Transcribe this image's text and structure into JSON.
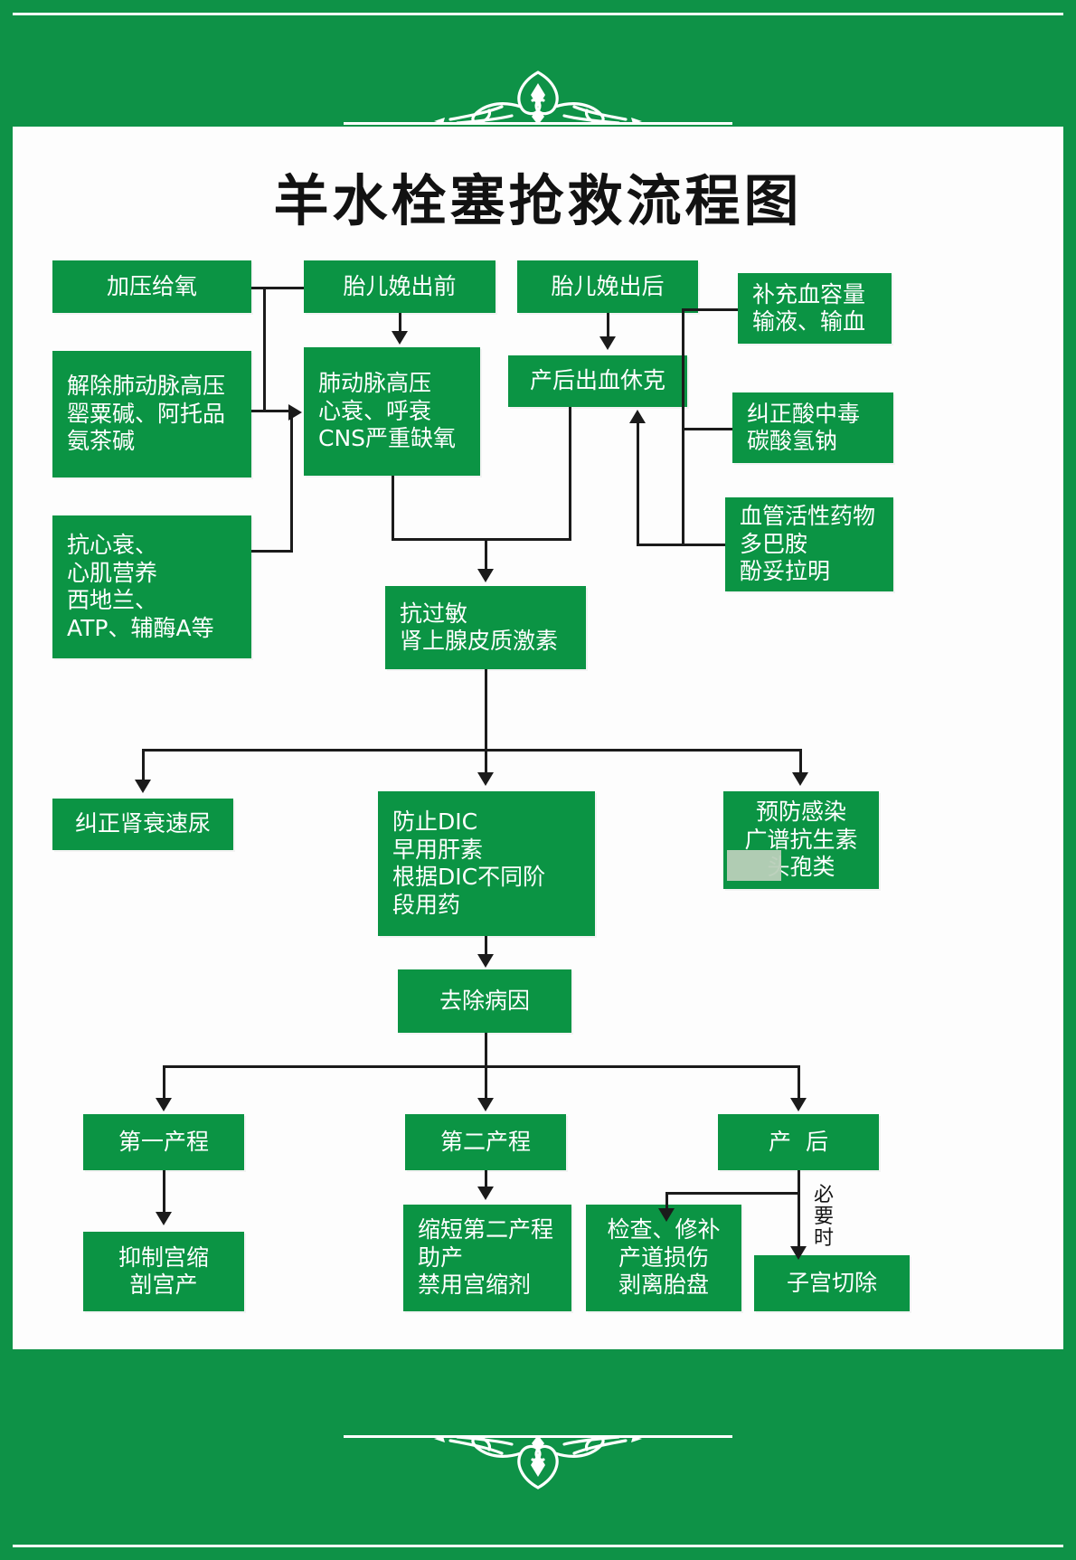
{
  "poster": {
    "title": "羊水栓塞抢救流程图",
    "theme_color": "#0b9444",
    "frame_color": "#0e9247",
    "box_text_color": "#ffffff",
    "connector_color": "#1b1b1b",
    "ornament_name": "floral-flourish-ornament"
  },
  "nodes": {
    "pressure_oxygen": {
      "label": "加压给氧",
      "lines": [
        "加压给氧"
      ]
    },
    "before_delivery": {
      "label": "胎儿娩出前",
      "lines": [
        "胎儿娩出前"
      ]
    },
    "after_delivery": {
      "label": "胎儿娩出后",
      "lines": [
        "胎儿娩出后"
      ]
    },
    "blood_volume": {
      "label": "补充血容量 输液、输血",
      "lines": [
        "补充血容量",
        "输液、输血"
      ]
    },
    "relieve_pah": {
      "label": "解除肺动脉高压 罂粟碱、阿托品 氨茶碱",
      "lines": [
        "解除肺动脉高压",
        "罂粟碱、阿托品",
        "氨茶碱"
      ]
    },
    "pah_state": {
      "label": "肺动脉高压 心衰、呼衰 CNS严重缺氧",
      "lines": [
        "肺动脉高压",
        "心衰、呼衰",
        "CNS严重缺氧"
      ]
    },
    "pph_shock": {
      "label": "产后出血休克",
      "lines": [
        "产后出血休克"
      ]
    },
    "correct_acidosis": {
      "label": "纠正酸中毒 碳酸氢钠",
      "lines": [
        "纠正酸中毒",
        "碳酸氢钠"
      ]
    },
    "anti_heart_failure": {
      "label": "抗心衰、心肌营养 西地兰、ATP、辅酶A等",
      "lines": [
        "抗心衰、",
        "心肌营养",
        "西地兰、",
        "ATP、辅酶A等"
      ]
    },
    "vasoactive_drugs": {
      "label": "血管活性药物 多巴胺 酚妥拉明",
      "lines": [
        "血管活性药物",
        "多巴胺",
        "酚妥拉明"
      ]
    },
    "antiallergy": {
      "label": "抗过敏 肾上腺皮质激素",
      "lines": [
        "抗过敏",
        "肾上腺皮质激素"
      ]
    },
    "renal_failure": {
      "label": "纠正肾衰速尿",
      "lines": [
        "纠正肾衰速尿"
      ]
    },
    "prevent_dic": {
      "label": "防止DIC 早用肝素 根据DIC不同阶段用药",
      "lines": [
        "防止DIC",
        "早用肝素",
        "根据DIC不同阶",
        "段用药"
      ]
    },
    "prevent_infection": {
      "label": "预防感染 广谱抗生素 头孢类",
      "lines": [
        "预防感染",
        "广谱抗生素",
        "头孢类"
      ]
    },
    "remove_cause": {
      "label": "去除病因",
      "lines": [
        "去除病因"
      ]
    },
    "stage_one": {
      "label": "第一产程",
      "lines": [
        "第一产程"
      ]
    },
    "stage_two": {
      "label": "第二产程",
      "lines": [
        "第二产程"
      ]
    },
    "postpartum": {
      "label": "产  后",
      "lines": [
        "产  后"
      ]
    },
    "inhibit_contraction": {
      "label": "抑制宫缩 剖宫产",
      "lines": [
        "抑制宫缩",
        "剖宫产"
      ]
    },
    "shorten_stage_two": {
      "label": "缩短第二产程 助产 禁用宫缩剂",
      "lines": [
        "缩短第二产程",
        "助产",
        "禁用宫缩剂"
      ]
    },
    "repair_birth_canal": {
      "label": "检查、修补 产道损伤 剥离胎盘",
      "lines": [
        "检查、修补",
        "产道损伤",
        "剥离胎盘"
      ]
    },
    "hysterectomy": {
      "label": "子宫切除",
      "lines": [
        "子宫切除"
      ]
    }
  },
  "edge_labels": {
    "if_necessary": "必要时"
  }
}
